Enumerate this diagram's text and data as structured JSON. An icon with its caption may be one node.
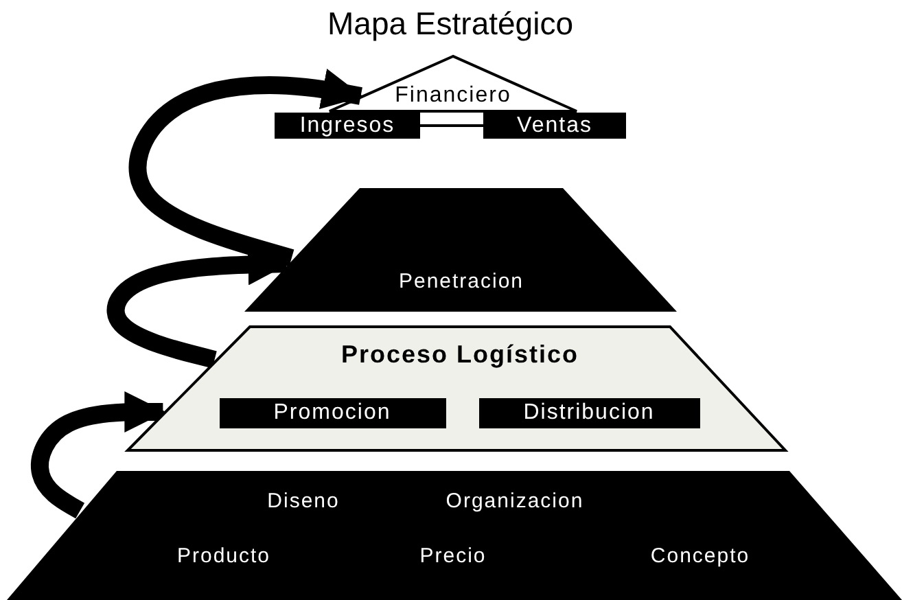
{
  "diagram": {
    "title": "Mapa Estratégico",
    "nodes": [
      {
        "text": [
          "Financiero"
        ]
      },
      {
        "text": [
          "Ingresos"
        ]
      },
      {
        "text": [
          "Ventas"
        ]
      },
      {
        "text": [
          "Penetracion"
        ]
      },
      {
        "text": [
          "Proceso Logístico"
        ]
      },
      {
        "text": [
          "Promocion"
        ],
        "in": 4
      },
      {
        "text": [
          "Distribucion"
        ],
        "in": 4
      },
      {
        "text": [
          "Diseno",
          "Organizacion",
          "Producto",
          "Precio",
          "Concepto"
        ]
      }
    ],
    "edges": [
      {
        "from": 1,
        "to": 2,
        "arrow": "none"
      },
      {
        "from": 7,
        "to": 4,
        "arrow": "to"
      },
      {
        "from": 4,
        "to": 3,
        "arrow": "to"
      },
      {
        "from": 3,
        "to": 0,
        "arrow": "to"
      }
    ]
  }
}
